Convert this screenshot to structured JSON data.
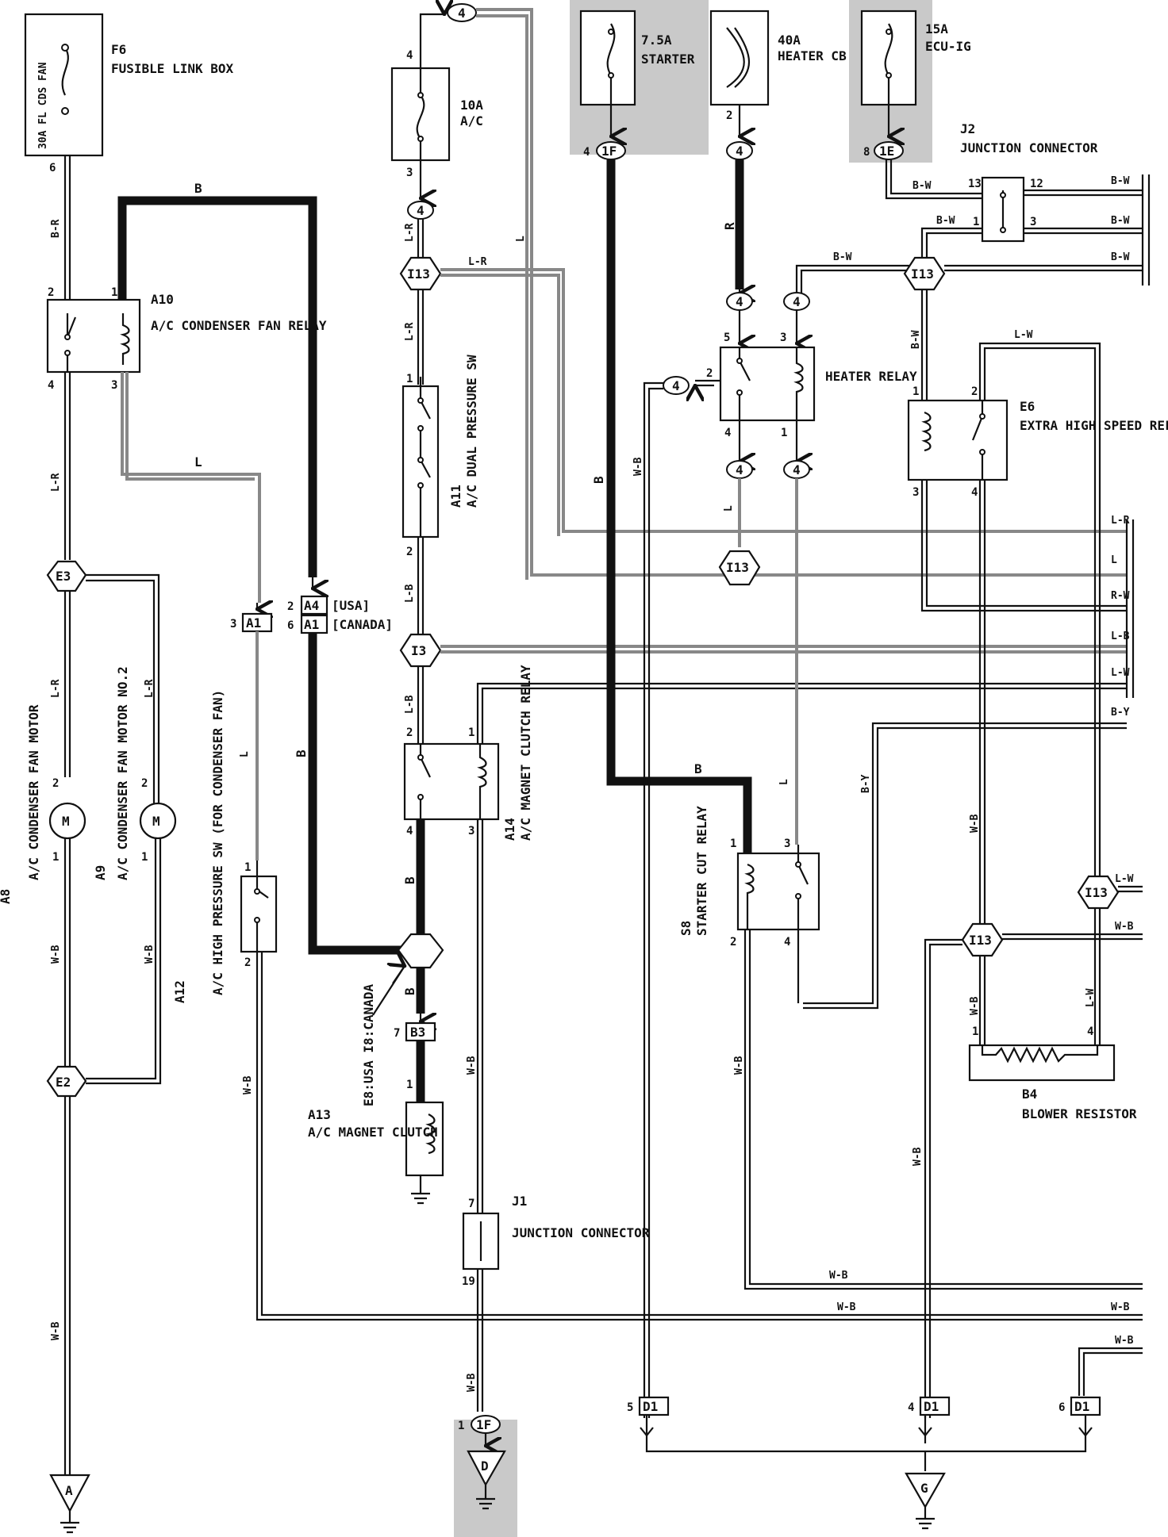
{
  "components": {
    "F6": {
      "id": "F6",
      "name": "FUSIBLE LINK BOX",
      "fuse": "30A FL CDS FAN"
    },
    "fuse_ac": {
      "rating": "10A",
      "name": "A/C"
    },
    "fuse_starter": {
      "rating": "7.5A",
      "name": "STARTER"
    },
    "fuse_heater": {
      "rating": "40A",
      "name": "HEATER CB"
    },
    "fuse_ecu": {
      "rating": "15A",
      "name": "ECU-IG"
    },
    "J2": {
      "id": "J2",
      "name": "JUNCTION CONNECTOR"
    },
    "A10": {
      "id": "A10",
      "name": "A/C CONDENSER FAN RELAY"
    },
    "A11": {
      "id": "A11",
      "name": "A/C DUAL PRESSURE SW"
    },
    "heater_relay": {
      "name": "HEATER RELAY"
    },
    "E6": {
      "id": "E6",
      "name": "EXTRA HIGH SPEED RELAY"
    },
    "A8": {
      "id": "A8",
      "name": "A/C CONDENSER FAN MOTOR"
    },
    "A9": {
      "id": "A9",
      "name": "A/C CONDENSER FAN MOTOR NO.2"
    },
    "A12": {
      "id": "A12",
      "name": "A/C HIGH PRESSURE SW (FOR CONDENSER FAN)"
    },
    "A14": {
      "id": "A14",
      "name": "A/C MAGNET CLUTCH RELAY"
    },
    "S8": {
      "id": "S8",
      "name": "STARTER CUT RELAY"
    },
    "B4": {
      "id": "B4",
      "name": "BLOWER RESISTOR"
    },
    "A13": {
      "id": "A13",
      "name": "A/C MAGNET CLUTCH"
    },
    "J1": {
      "id": "J1",
      "name": "JUNCTION CONNECTOR"
    },
    "splice_note": "E8:USA  I8:CANADA"
  },
  "connectors": {
    "A4_usa": {
      "id": "A4",
      "note": "[USA]",
      "pin": "2"
    },
    "A1_canada": {
      "id": "A1",
      "note": "[CANADA]",
      "pin": "6"
    },
    "A1_left": {
      "id": "A1",
      "pin": "3"
    },
    "E3": "E3",
    "E2": "E2",
    "I13": "I13",
    "I3": "I3",
    "B3": {
      "id": "B3",
      "pin": "7"
    },
    "D1": {
      "id": "D1",
      "pins": [
        "5",
        "4",
        "6"
      ]
    },
    "1F": "1F",
    "1E": "1E",
    "c4": "4"
  },
  "grounds": {
    "A": "A",
    "D": "D",
    "G": "G"
  },
  "wire_colors": {
    "B": "B",
    "B_R": "B-R",
    "L_R": "L-R",
    "L": "L",
    "L_B": "L-B",
    "W_B": "W-B",
    "B_W": "B-W",
    "R": "R",
    "R_W": "R-W",
    "L_W": "L-W",
    "B_Y": "B-Y"
  },
  "pins": [
    "1",
    "2",
    "3",
    "4",
    "5",
    "6",
    "7",
    "8",
    "12",
    "13",
    "19"
  ]
}
